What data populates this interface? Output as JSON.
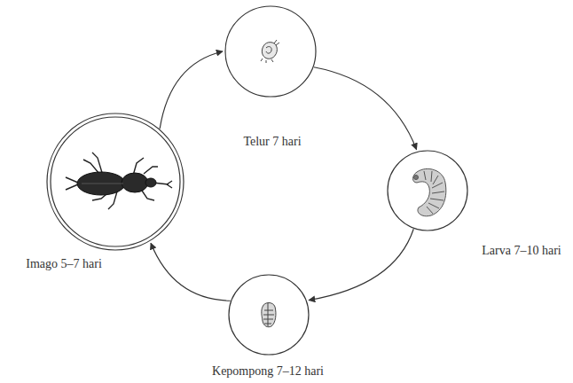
{
  "diagram": {
    "nodes": [
      {
        "text": [
          "Telur 7 hari"
        ]
      },
      {
        "text": [
          "Larva 7–10 hari"
        ]
      },
      {
        "text": [
          "Kepompong 7–12 hari"
        ]
      },
      {
        "text": [
          "Imago 5–7 hari"
        ]
      }
    ],
    "edges": [
      {
        "from": 0,
        "to": 1,
        "arrow": "to"
      },
      {
        "from": 1,
        "to": 2,
        "arrow": "to"
      },
      {
        "from": 2,
        "to": 3,
        "arrow": "to"
      },
      {
        "from": 3,
        "to": 0,
        "arrow": "to"
      }
    ]
  }
}
